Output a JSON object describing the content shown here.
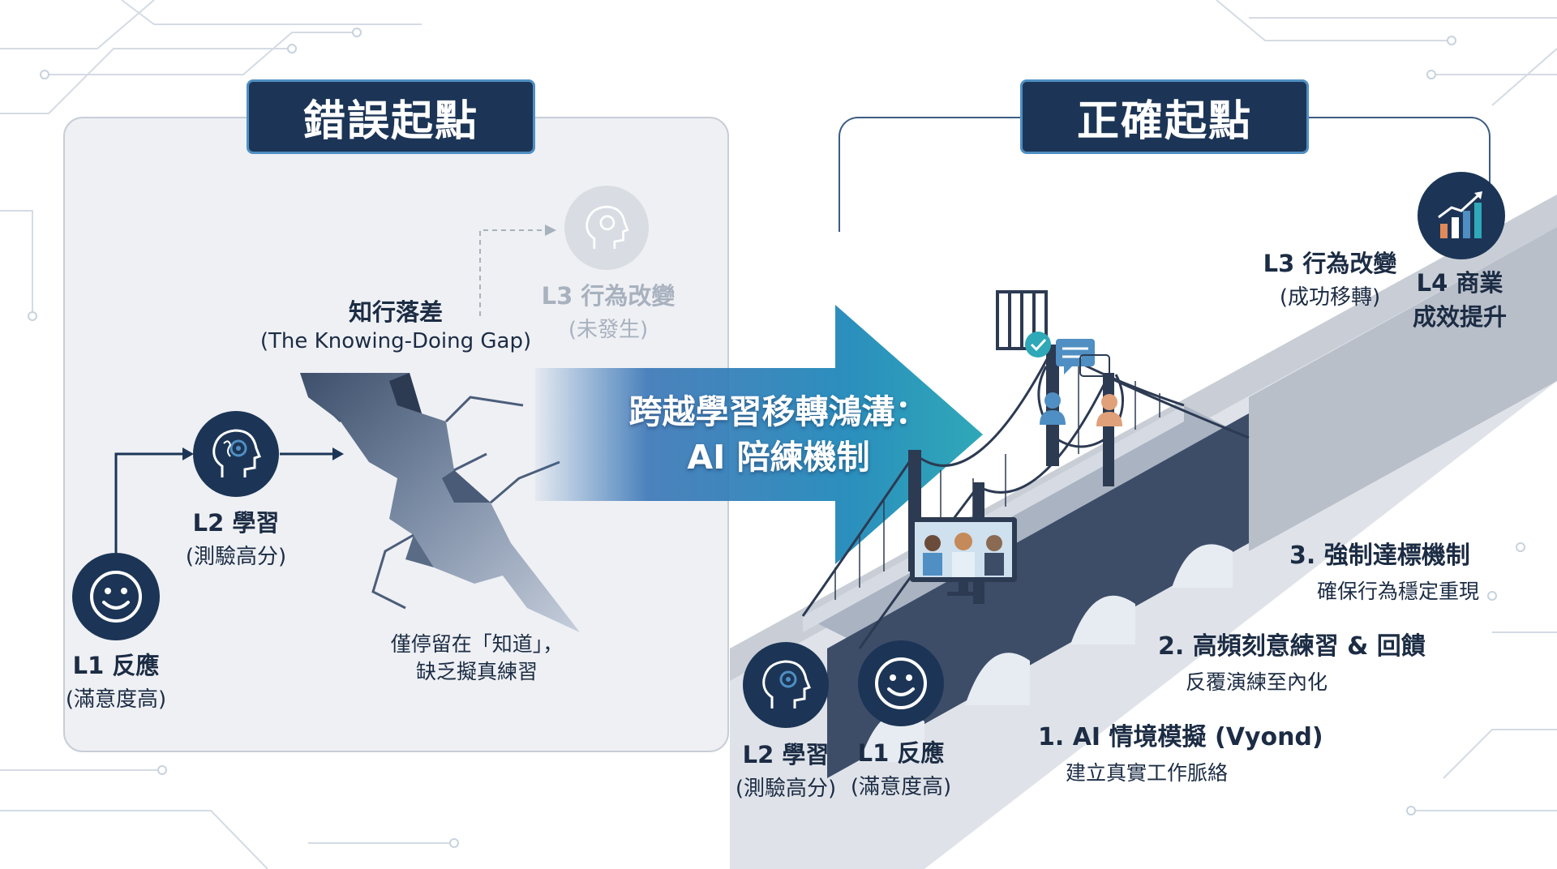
{
  "left_panel": {
    "title": "錯誤起點",
    "gap_title": "知行落差",
    "gap_subtitle": "(The Knowing-Doing Gap)",
    "gap_note_line1": "僅停留在「知道」，",
    "gap_note_line2": "缺乏擬真練習",
    "levels": {
      "l1": {
        "title": "L1 反應",
        "sub": "(滿意度高)"
      },
      "l2": {
        "title": "L2 學習",
        "sub": "(測驗高分)"
      },
      "l3": {
        "title": "L3 行為改變",
        "sub": "(未發生)"
      }
    }
  },
  "center_arrow": {
    "line1": "跨越學習移轉鴻溝：",
    "line2": "AI 陪練機制"
  },
  "right_panel": {
    "title": "正確起點",
    "levels": {
      "l1": {
        "title": "L1 反應",
        "sub": "(滿意度高)"
      },
      "l2": {
        "title": "L2 學習",
        "sub": "(測驗高分)"
      },
      "l3": {
        "title": "L3 行為改變",
        "sub": "(成功移轉)"
      },
      "l4": {
        "title": "L4 商業",
        "title2": "成效提升"
      }
    },
    "steps": [
      {
        "title": "1. AI 情境模擬 (Vyond)",
        "sub": "建立真實工作脈絡"
      },
      {
        "title": "2. 高頻刻意練習 & 回饋",
        "sub": "反覆演練至內化"
      },
      {
        "title": "3. 強制達標機制",
        "sub": "確保行為穩定重現"
      }
    ]
  },
  "colors": {
    "navy": "#1c3556",
    "accent_blue": "#4f8fc3",
    "teal": "#2fa8b8",
    "faded": "#a8b1be"
  },
  "icons": [
    "smiley-icon",
    "head-gear-icon",
    "chart-growth-icon",
    "chat-icon",
    "people-icon",
    "checkmark-icon",
    "video-call-icon",
    "bridge-icon",
    "crack-icon"
  ]
}
